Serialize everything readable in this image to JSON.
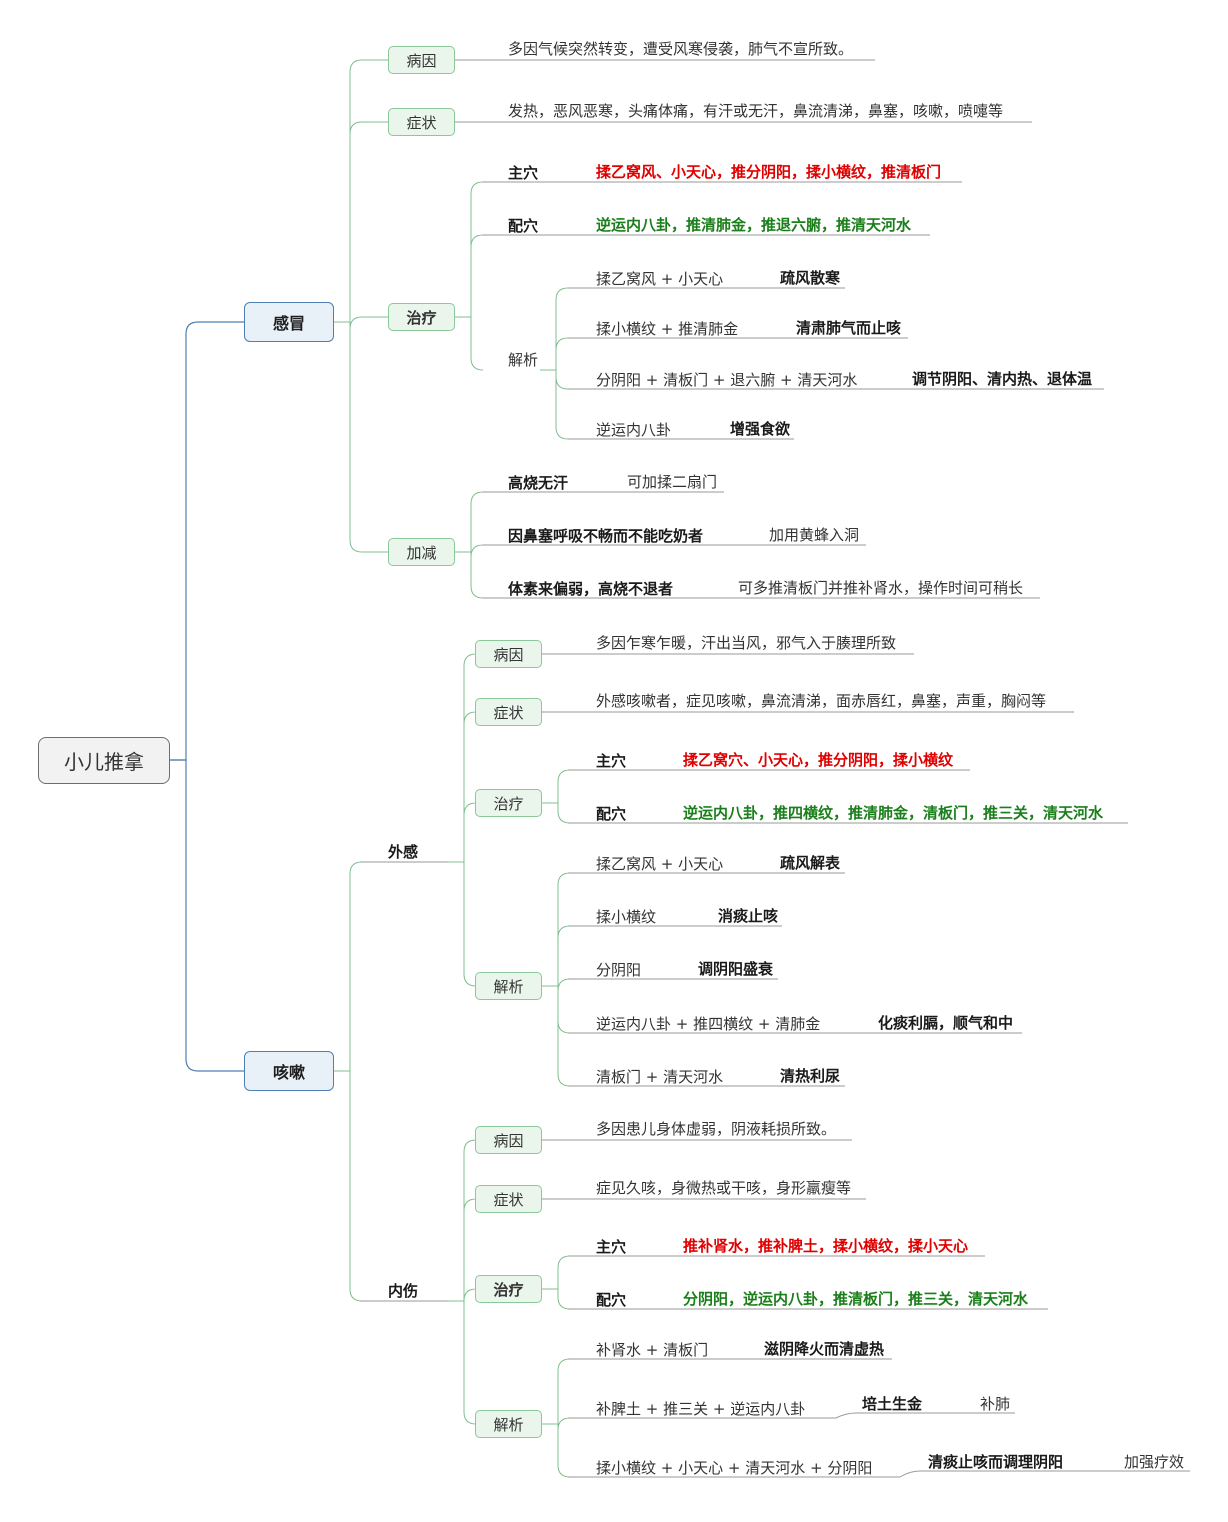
{
  "colors": {
    "trunk": "#4f7fb3",
    "branch": "#7fbf8e",
    "underline": "#9a9a9a",
    "red": "#e00000",
    "green": "#1a7f1a"
  },
  "root": "小儿推拿",
  "cold": {
    "title": "感冒",
    "cause_label": "病因",
    "cause_text": "多因气候突然转变，遭受风寒侵袭，肺气不宣所致。",
    "symptom_label": "症状",
    "symptom_text": "发热，恶风恶寒，头痛体痛，有汗或无汗，鼻流清涕，鼻塞，咳嗽，喷嚏等",
    "treatment_label": "治疗",
    "main_label": "主穴",
    "main_text": "揉乙窝风、小天心，推分阴阳，揉小横纹，推清板门",
    "aux_label": "配穴",
    "aux_text": "逆运内八卦，推清肺金，推退六腑，推清天河水",
    "analysis_label": "解析",
    "analysis": [
      {
        "combo": "揉乙窝风 + 小天心",
        "effect": "疏风散寒"
      },
      {
        "combo": "揉小横纹 + 推清肺金",
        "effect": "清肃肺气而止咳"
      },
      {
        "combo": "分阴阳 + 清板门 + 退六腑 + 清天河水",
        "effect": "调节阴阳、清内热、退体温"
      },
      {
        "combo": "逆运内八卦",
        "effect": "增强食欲"
      }
    ],
    "modify_label": "加减",
    "modify": [
      {
        "cond": "高烧无汗",
        "action": "可加揉二扇门"
      },
      {
        "cond": "因鼻塞呼吸不畅而不能吃奶者",
        "action": "加用黄蜂入洞"
      },
      {
        "cond": "体素来偏弱，高烧不退者",
        "action": "可多推清板门并推补肾水，操作时间可稍长"
      }
    ]
  },
  "cough": {
    "title": "咳嗽",
    "external": {
      "label": "外感",
      "cause_label": "病因",
      "cause_text": "多因乍寒乍暖，汗出当风，邪气入于腠理所致",
      "symptom_label": "症状",
      "symptom_text": "外感咳嗽者，症见咳嗽，鼻流清涕，面赤唇红，鼻塞，声重，胸闷等",
      "treatment_label": "治疗",
      "main_label": "主穴",
      "main_text": "揉乙窝穴、小天心，推分阴阳，揉小横纹",
      "aux_label": "配穴",
      "aux_text": "逆运内八卦，推四横纹，推清肺金，清板门，推三关，清天河水",
      "analysis_label": "解析",
      "analysis": [
        {
          "combo": "揉乙窝风 + 小天心",
          "effect": "疏风解表"
        },
        {
          "combo": "揉小横纹",
          "effect": "消痰止咳"
        },
        {
          "combo": "分阴阳",
          "effect": "调阴阳盛衰"
        },
        {
          "combo": "逆运内八卦 + 推四横纹 + 清肺金",
          "effect": "化痰利膈，顺气和中"
        },
        {
          "combo": "清板门 + 清天河水",
          "effect": "清热利尿"
        }
      ]
    },
    "internal": {
      "label": "内伤",
      "cause_label": "病因",
      "cause_text": "多因患儿身体虚弱，阴液耗损所致。",
      "symptom_label": "症状",
      "symptom_text": "症见久咳，身微热或干咳，身形羸瘦等",
      "treatment_label": "治疗",
      "main_label": "主穴",
      "main_text": "推补肾水，推补脾土，揉小横纹，揉小天心",
      "aux_label": "配穴",
      "aux_text": "分阴阳，逆运内八卦，推清板门，推三关，清天河水",
      "analysis_label": "解析",
      "analysis": [
        {
          "combo": "补肾水 + 清板门",
          "effect": "滋阴降火而清虚热"
        },
        {
          "combo": "补脾土 + 推三关 + 逆运内八卦",
          "effect": "培土生金",
          "extra": "补肺"
        },
        {
          "combo": "揉小横纹 + 小天心 + 清天河水 + 分阴阳",
          "effect": "清痰止咳而调理阴阳",
          "extra": "加强疗效"
        }
      ]
    }
  }
}
